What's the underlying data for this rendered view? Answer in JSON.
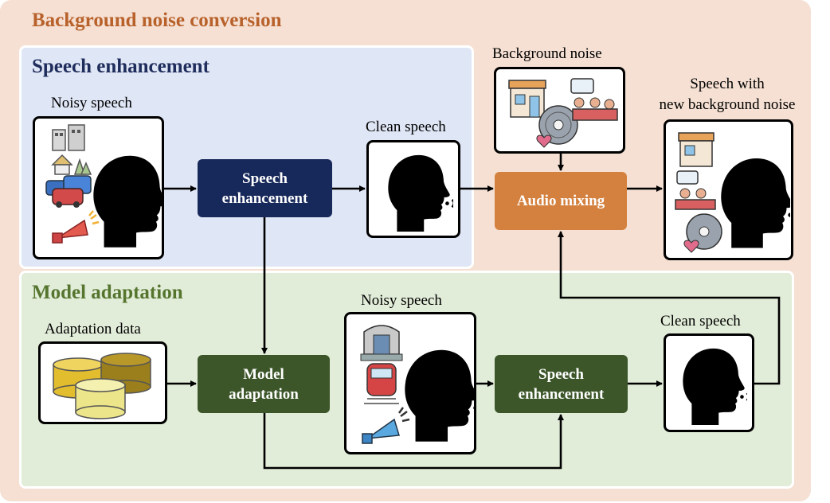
{
  "outer_title": "Background noise conversion",
  "speech_enhancement_panel": {
    "title": "Speech enhancement",
    "noisy_caption": "Noisy speech",
    "clean_caption": "Clean speech",
    "process_label": "Speech\nenhancement"
  },
  "mixing": {
    "background_caption": "Background noise",
    "output_caption": "Speech with\nnew background noise",
    "process_label": "Audio mixing"
  },
  "model_adaptation_panel": {
    "title": "Model adaptation",
    "data_caption": "Adaptation data",
    "adapt_label": "Model\nadaptation",
    "noisy_caption": "Noisy speech",
    "se_label": "Speech\nenhancement",
    "clean_caption": "Clean speech"
  },
  "colors": {
    "outer_bg": "#f5e0d3",
    "se_panel_bg": "#dfe6f5",
    "ma_panel_bg": "#e2edd9",
    "outer_title": "#b8612a",
    "se_title": "#1f2d5c",
    "ma_title": "#55752e",
    "navy_box": "#17285a",
    "olive_box": "#3c562a",
    "orange_box": "#d4813f"
  },
  "icons": [
    "speaking-head-icon",
    "buildings-icon",
    "cars-icon",
    "megaphone-icon",
    "shop-icon",
    "vinyl-record-icon",
    "chat-people-icon",
    "database-cylinders-icon",
    "station-icon",
    "train-icon"
  ]
}
